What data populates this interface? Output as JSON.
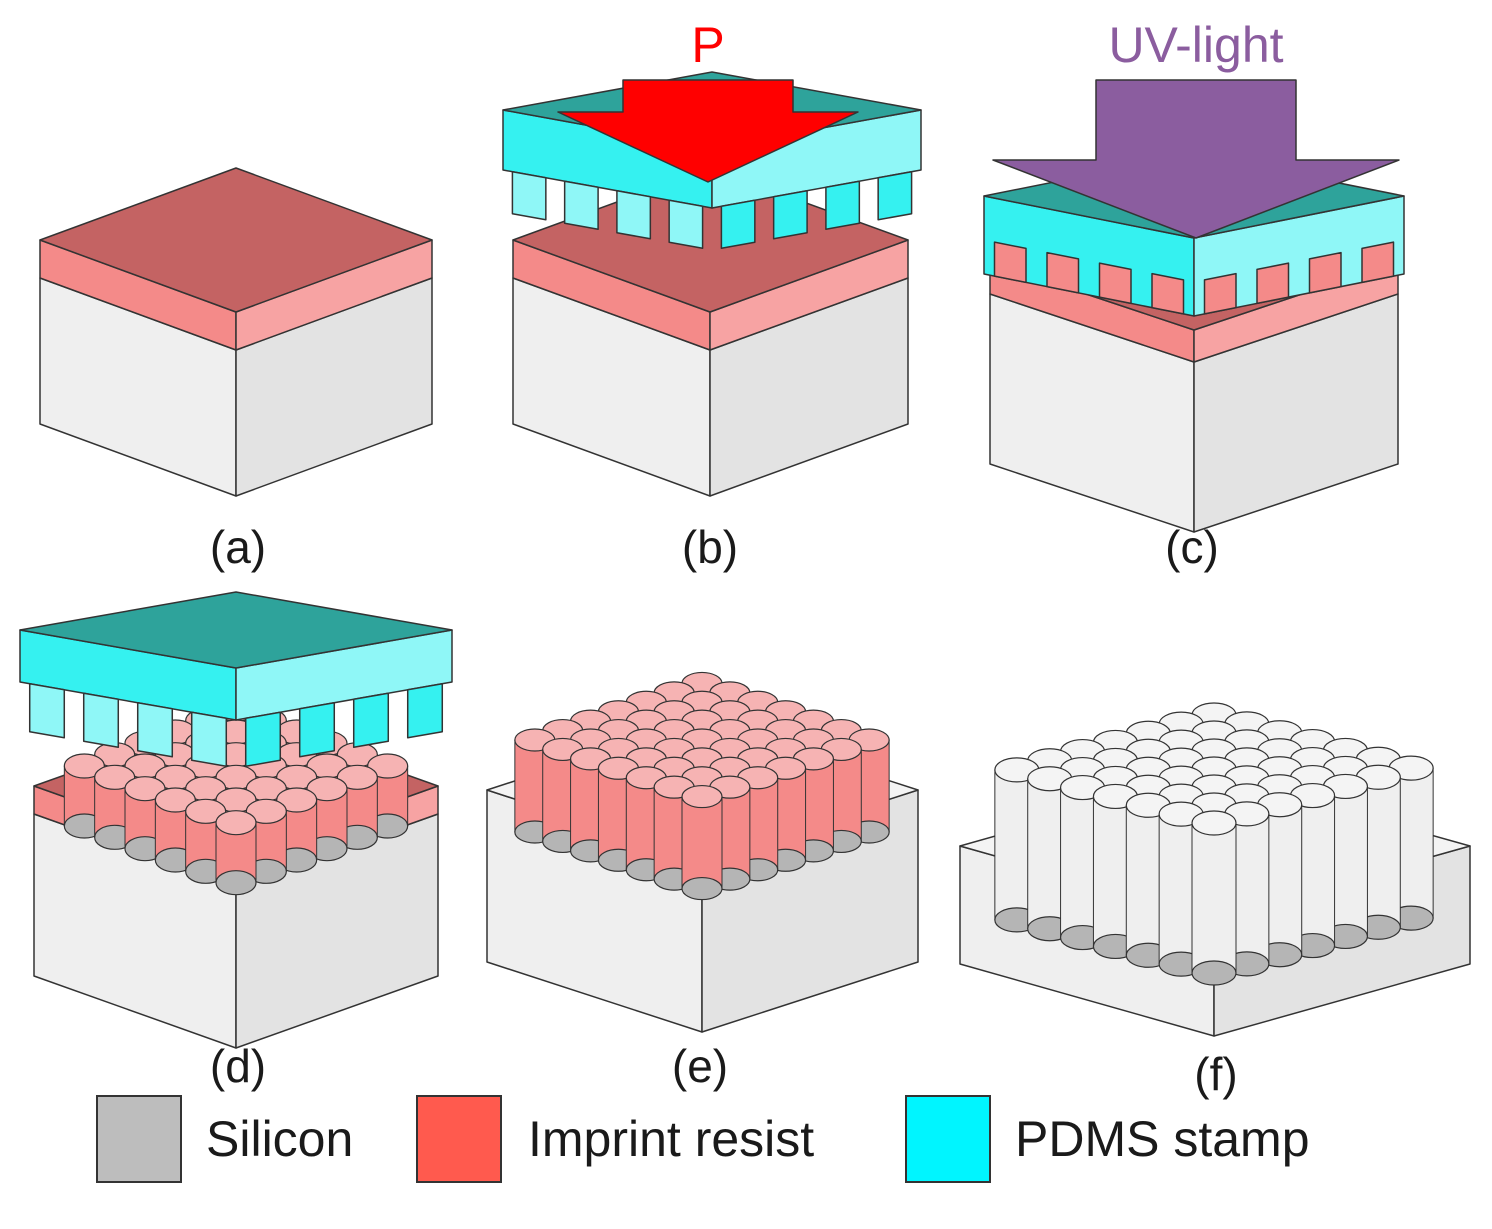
{
  "colors": {
    "silicon_legend": "#bdbdbd",
    "silicon_front": "#efefef",
    "silicon_side": "#e3e3e3",
    "silicon_top": "#f4f4f4",
    "silicon_hole": "#b5b5b5",
    "resist_legend": "#ff5a4e",
    "resist_top": "#c46363",
    "resist_front": "#f48a89",
    "resist_side": "#f7a3a3",
    "pillar_top": "#f6b3b3",
    "stamp_legend": "#00f5ff",
    "stamp_top": "#2ea39b",
    "stamp_front": "#35f1f0",
    "stamp_side": "#8ff7f7",
    "pressure_arrow": "#ff0000",
    "uv_arrow": "#8b5d9f",
    "outline": "#333333"
  },
  "panels": [
    {
      "label": "(a)"
    },
    {
      "label": "(b)",
      "arrow_text": "P"
    },
    {
      "label": "(c)",
      "arrow_text": "UV-light"
    },
    {
      "label": "(d)"
    },
    {
      "label": "(e)"
    },
    {
      "label": "(f)"
    }
  ],
  "legend": [
    {
      "label": "Silicon",
      "material": "silicon"
    },
    {
      "label": "Imprint resist",
      "material": "resist"
    },
    {
      "label": "PDMS stamp",
      "material": "stamp"
    }
  ]
}
